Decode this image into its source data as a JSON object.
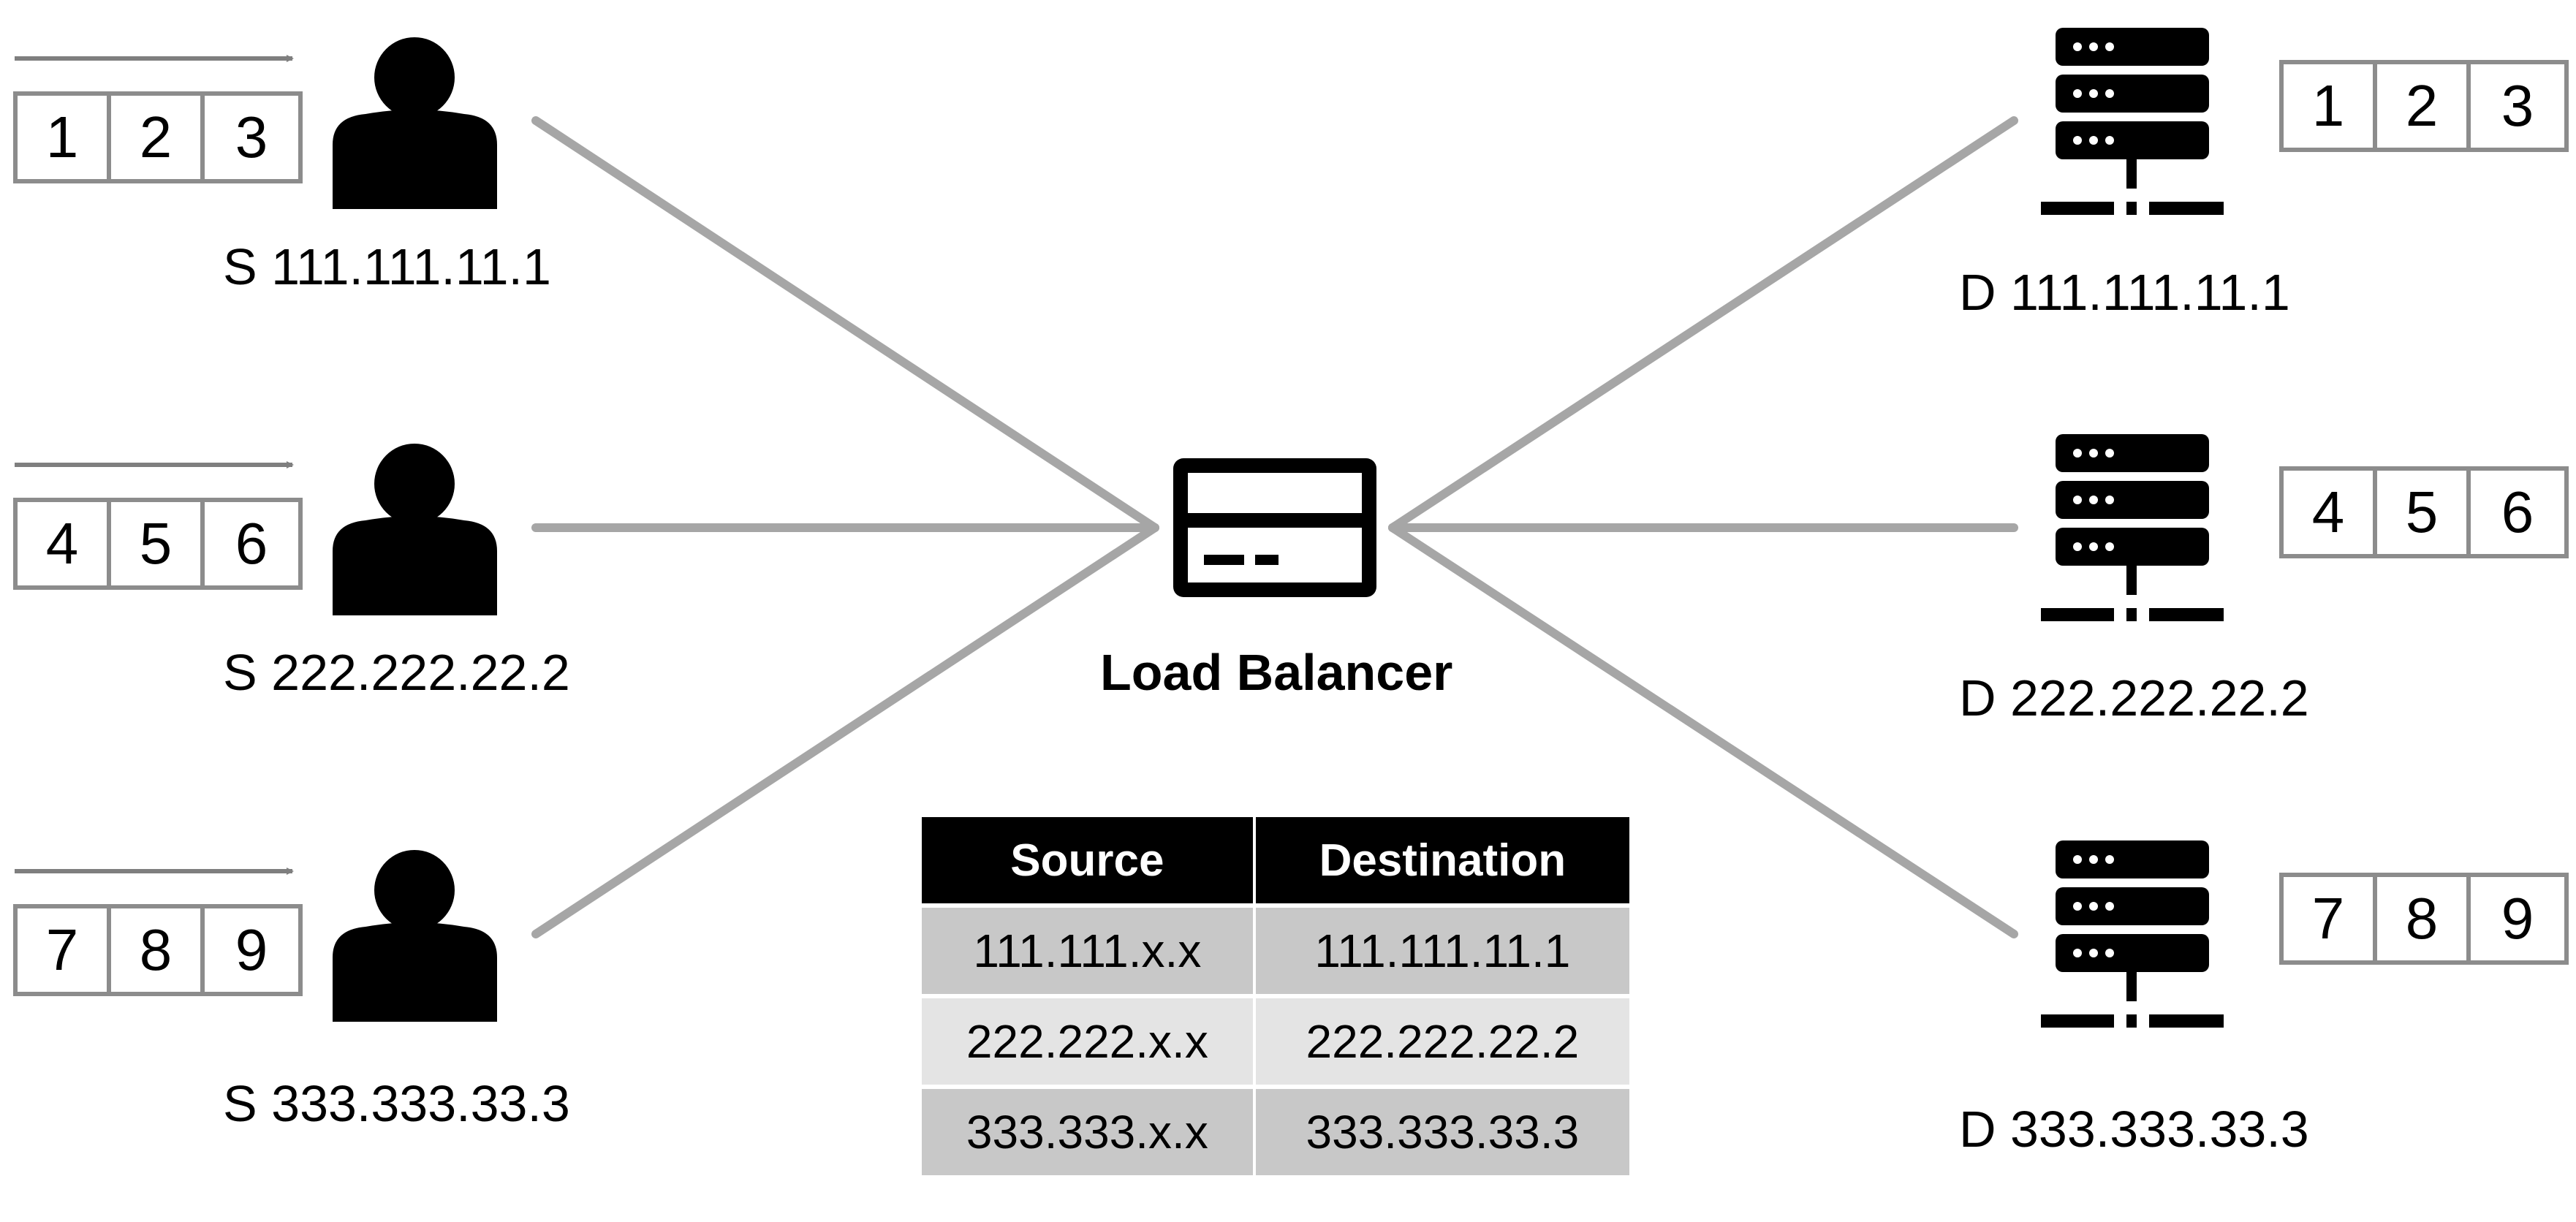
{
  "sources": [
    {
      "label": "S 111.111.11.1",
      "packet": [
        "1",
        "2",
        "3"
      ]
    },
    {
      "label": "S 222.222.22.2",
      "packet": [
        "4",
        "5",
        "6"
      ]
    },
    {
      "label": "S 333.333.33.3",
      "packet": [
        "7",
        "8",
        "9"
      ]
    }
  ],
  "destinations": [
    {
      "label": "D 111.111.11.1",
      "packet": [
        "1",
        "2",
        "3"
      ]
    },
    {
      "label": "D 222.222.22.2",
      "packet": [
        "4",
        "5",
        "6"
      ]
    },
    {
      "label": "D 333.333.33.3",
      "packet": [
        "7",
        "8",
        "9"
      ]
    }
  ],
  "load_balancer": {
    "label": "Load Balancer"
  },
  "table": {
    "headers": [
      "Source",
      "Destination"
    ],
    "rows": [
      [
        "111.111.x.x",
        "111.111.11.1"
      ],
      [
        "222.222.x.x",
        "222.222.22.2"
      ],
      [
        "333.333.x.x",
        "333.333.33.3"
      ]
    ]
  },
  "colors": {
    "line": "#a6a6a6",
    "icon": "#000000",
    "packet_border": "#8c8c8c",
    "arrow": "#7f7f7f"
  }
}
